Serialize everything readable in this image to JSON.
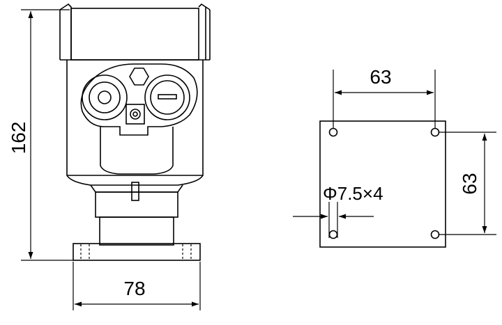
{
  "dimensions": {
    "height_label": "162",
    "base_width_label": "78",
    "hole_spacing_horizontal_label": "63",
    "hole_spacing_vertical_label": "63",
    "hole_spec_label": "Φ7.5×4"
  }
}
